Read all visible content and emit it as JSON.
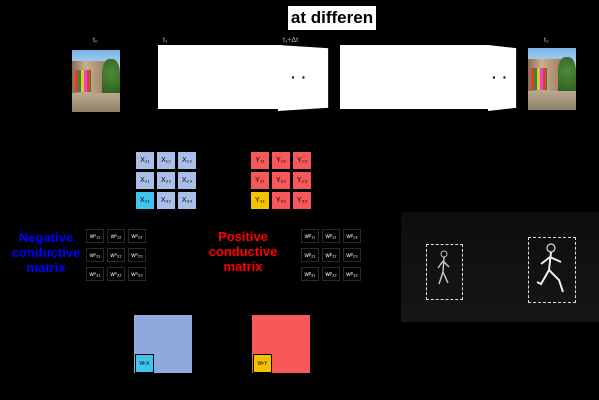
{
  "title": "at differen",
  "timeline": {
    "t0": "t₀",
    "t1": "t₁",
    "tdt": "t₁+Δt",
    "tend": "t₂",
    "ellipsis": "· ·"
  },
  "matrix_x": [
    "X₁₁",
    "X₁₂",
    "X₁₃",
    "X₂₁",
    "X₂₂",
    "X₂₃",
    "X₃₁",
    "X₃₂",
    "X₃₃"
  ],
  "matrix_y": [
    "Y₁₁",
    "Y₁₂",
    "Y₁₃",
    "Y₂₁",
    "Y₂₂",
    "Y₂₃",
    "Y₃₁",
    "Y₃₂",
    "Y₃₃"
  ],
  "colors": {
    "x_light": "#a8bfea",
    "x_cyan": "#43c3ef",
    "y_red": "#f7585a",
    "y_yellow": "#f5c200",
    "neg_blue": "#0000ff",
    "pos_red": "#ff0000",
    "big_blue": "#8fa9de",
    "big_red": "#f95858"
  },
  "neg_label": {
    "line1": "Negative",
    "line2": "conductive",
    "line3": "matrix"
  },
  "pos_label": {
    "line1": "Positive",
    "line2": "conductive",
    "line3": "matrix"
  },
  "neg_w": [
    "wⁿ₁₁",
    "wⁿ₁₂",
    "wⁿ₁₃",
    "wⁿ₂₁",
    "wⁿ₂₂",
    "wⁿ₂₃",
    "wⁿ₃₁",
    "wⁿ₃₂",
    "wⁿ₃₃"
  ],
  "pos_w": [
    "wᵖ₁₁",
    "wᵖ₁₂",
    "wᵖ₁₃",
    "wᵖ₂₁",
    "wᵖ₂₂",
    "wᵖ₂₃",
    "wᵖ₃₁",
    "wᵖ₃₂",
    "wᵖ₃₃"
  ],
  "neg_product": "WⁿX",
  "pos_product": "WᵖY"
}
